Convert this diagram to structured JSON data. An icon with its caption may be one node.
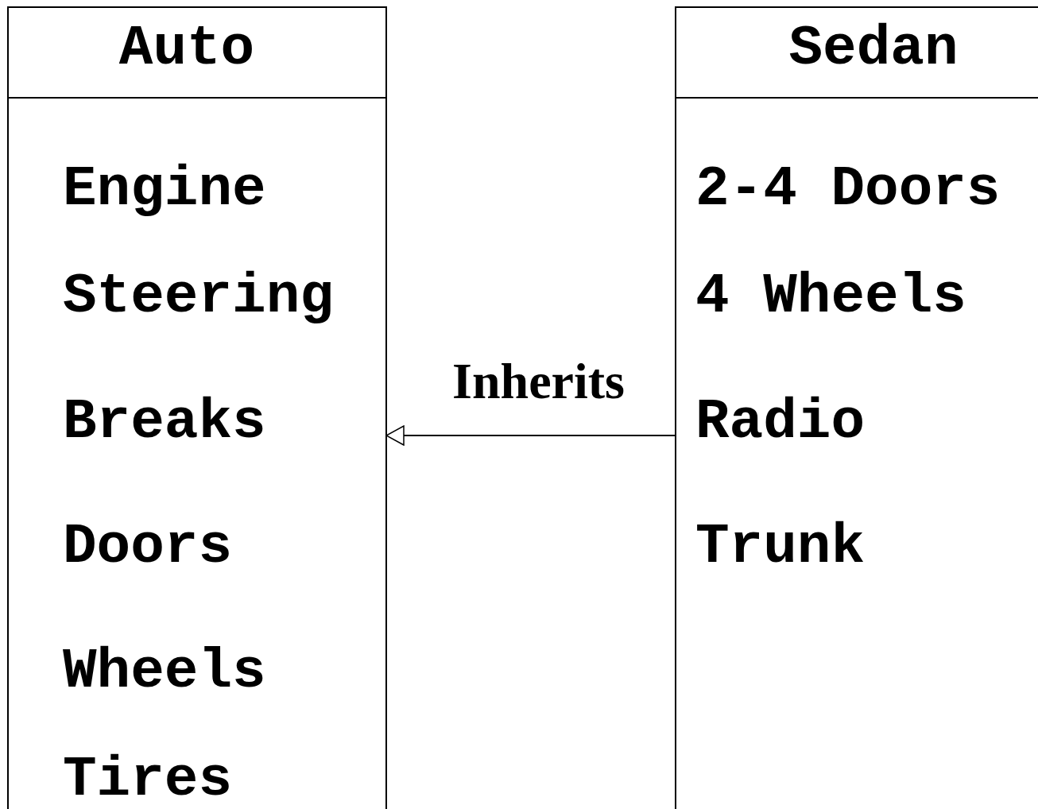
{
  "diagram": {
    "nodes": [
      {
        "text": [
          "Auto",
          "Engine",
          "Steering",
          "Breaks",
          "Doors",
          "Wheels",
          "Tires"
        ]
      },
      {
        "text": [
          "Sedan",
          "2-4 Doors",
          "4 Wheels",
          "Radio",
          "Trunk"
        ]
      }
    ],
    "edges": [
      {
        "from": 1,
        "to": 0,
        "arrow": "to",
        "label": "Inherits"
      }
    ]
  }
}
